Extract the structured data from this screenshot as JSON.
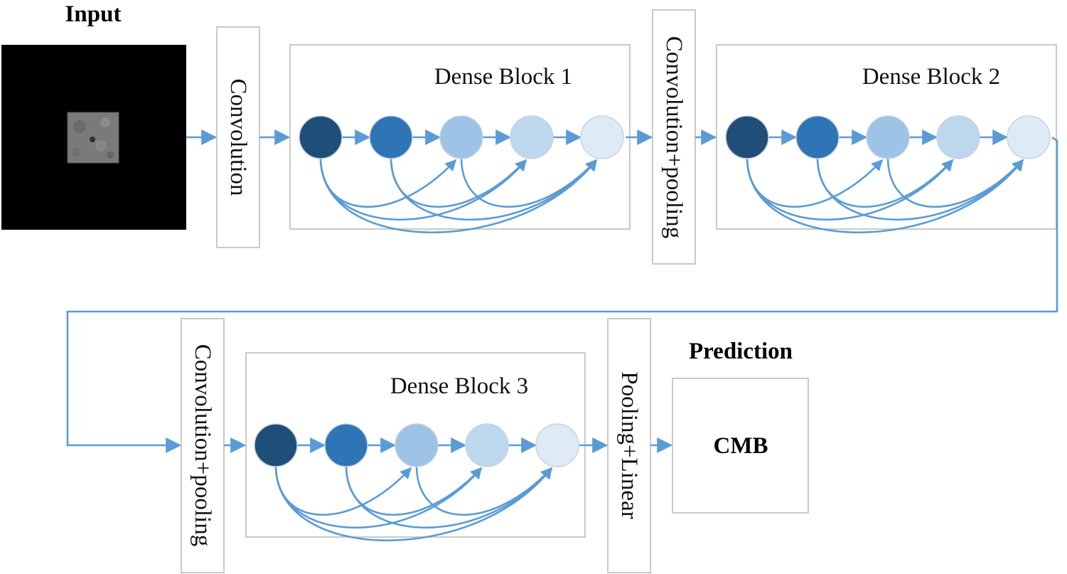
{
  "input": {
    "title": "Input"
  },
  "convolution": {
    "label": "Convolution"
  },
  "blocks": [
    {
      "title": "Dense Block 1"
    },
    {
      "title": "Dense Block 2"
    },
    {
      "title": "Dense Block 3"
    }
  ],
  "transition_1": {
    "label": "Convolution+pooling"
  },
  "transition_2": {
    "label": "Convolution+pooling"
  },
  "pooling_linear": {
    "label": "Pooling+Linear"
  },
  "prediction": {
    "title": "Prediction",
    "class_label": "CMB"
  },
  "colors": {
    "arrow": "#5b9bd5",
    "node_shades": [
      "#1f4e79",
      "#2e75b6",
      "#9dc3e6",
      "#bdd7ee",
      "#deebf7"
    ],
    "box_border": "#c9c9c9"
  }
}
